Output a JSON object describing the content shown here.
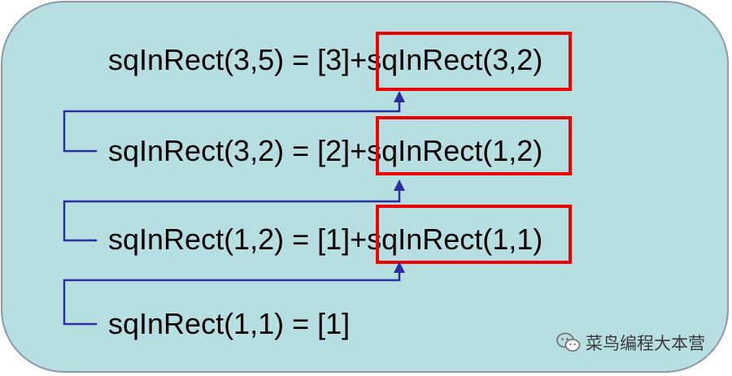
{
  "equations": [
    {
      "text": "sqInRect(3,5) = [3]+sqInRect(3,2)"
    },
    {
      "text": "sqInRect(3,2) = [2]+sqInRect(1,2)"
    },
    {
      "text": "sqInRect(1,2) = [1]+sqInRect(1,1)"
    },
    {
      "text": "sqInRect(1,1) = [1]"
    }
  ],
  "watermark": {
    "text": "菜鸟编程大本营",
    "icon": "wechat-icon"
  },
  "colors": {
    "panel": "#b7dfe2",
    "panel_border": "#8a9aa6",
    "highlight": "#ee0000",
    "arrow": "#2b2f9e",
    "text": "#000000"
  }
}
